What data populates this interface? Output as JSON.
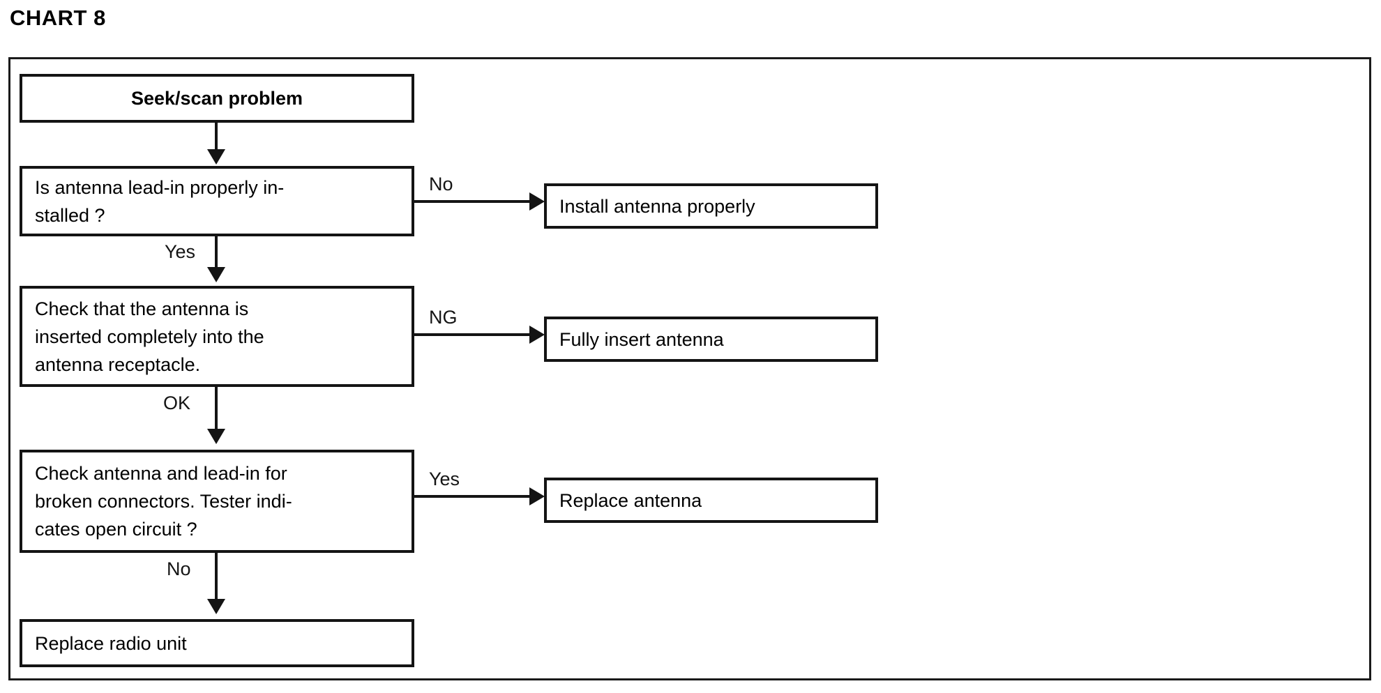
{
  "title": "CHART 8",
  "chart_data": {
    "type": "diagram",
    "diagram_kind": "flowchart",
    "title": "CHART 8",
    "orientation": "top-to-bottom with right branches",
    "nodes": [
      {
        "id": "start",
        "label": "Seek/scan problem",
        "shape": "rect",
        "style": "bold",
        "column": "left"
      },
      {
        "id": "q1",
        "label": "Is antenna lead-in properly in-\nstalled ?",
        "shape": "rect",
        "style": "normal",
        "column": "left"
      },
      {
        "id": "a1",
        "label": "Install antenna properly",
        "shape": "rect",
        "style": "normal",
        "column": "right"
      },
      {
        "id": "q2",
        "label": "Check that the antenna is\ninserted completely into the\nantenna receptacle.",
        "shape": "rect",
        "style": "normal",
        "column": "left"
      },
      {
        "id": "a2",
        "label": "Fully insert antenna",
        "shape": "rect",
        "style": "normal",
        "column": "right"
      },
      {
        "id": "q3",
        "label": "Check antenna and lead-in for\nbroken connectors. Tester indi-\ncates open circuit ?",
        "shape": "rect",
        "style": "normal",
        "column": "left"
      },
      {
        "id": "a3",
        "label": "Replace antenna",
        "shape": "rect",
        "style": "normal",
        "column": "right"
      },
      {
        "id": "end",
        "label": "Replace radio unit",
        "shape": "rect",
        "style": "normal",
        "column": "left"
      }
    ],
    "edges": [
      {
        "from": "start",
        "to": "q1",
        "label": "",
        "direction": "down"
      },
      {
        "from": "q1",
        "to": "a1",
        "label": "No",
        "direction": "right"
      },
      {
        "from": "q1",
        "to": "q2",
        "label": "Yes",
        "direction": "down"
      },
      {
        "from": "q2",
        "to": "a2",
        "label": "NG",
        "direction": "right"
      },
      {
        "from": "q2",
        "to": "q3",
        "label": "OK",
        "direction": "down"
      },
      {
        "from": "q3",
        "to": "a3",
        "label": "Yes",
        "direction": "right"
      },
      {
        "from": "q3",
        "to": "end",
        "label": "No",
        "direction": "down"
      }
    ],
    "edge_labels": [
      "No",
      "Yes",
      "NG",
      "OK",
      "Yes",
      "No"
    ],
    "colors": {
      "stroke": "#141414",
      "background": "#ffffff",
      "text": "#000000"
    }
  },
  "nodes": {
    "start": "Seek/scan problem",
    "q1": "Is antenna lead-in properly in-\nstalled ?",
    "a1": "Install antenna properly",
    "q2": "Check that the antenna is\ninserted completely into the\nantenna receptacle.",
    "a2": "Fully insert antenna",
    "q3": "Check antenna and lead-in for\nbroken connectors. Tester indi-\ncates open circuit ?",
    "a3": "Replace antenna",
    "end": "Replace radio unit"
  },
  "edge_labels": {
    "q1_no": "No",
    "q1_yes": "Yes",
    "q2_ng": "NG",
    "q2_ok": "OK",
    "q3_yes": "Yes",
    "q3_no": "No"
  }
}
